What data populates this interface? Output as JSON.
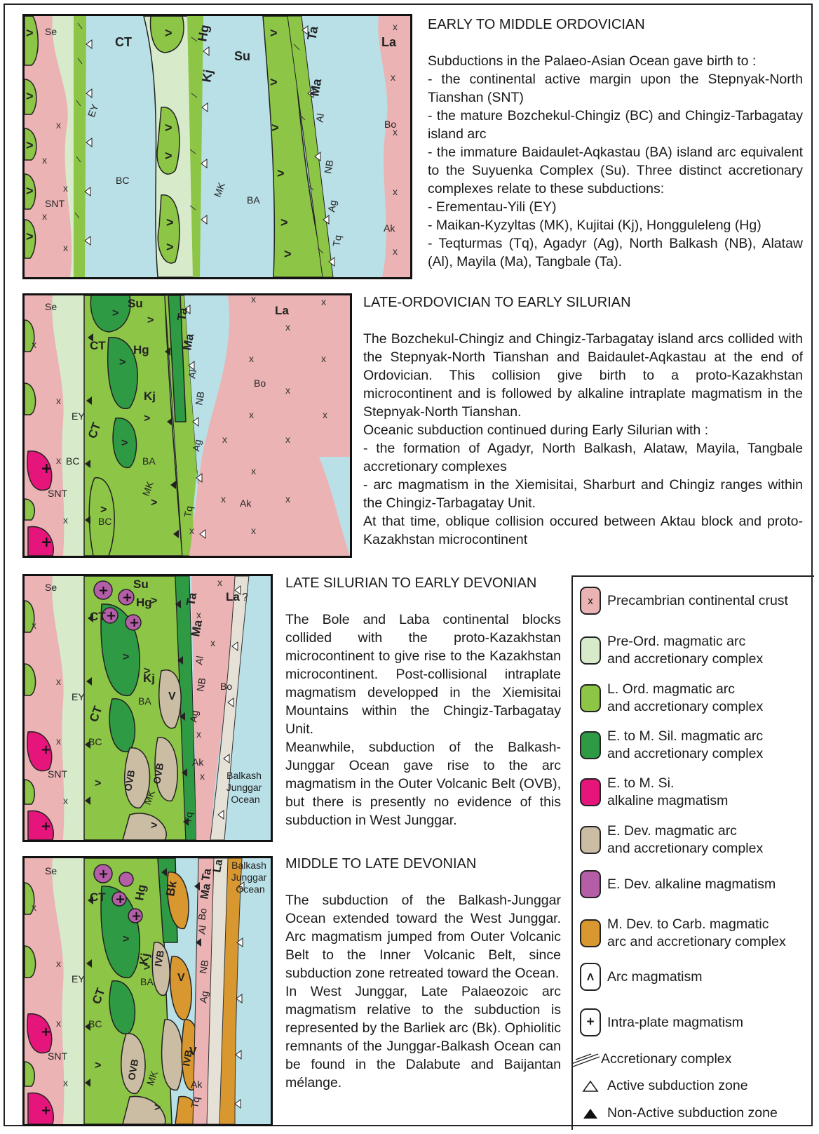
{
  "panels": [
    {
      "title": "EARLY TO MIDDLE ORDOVICIAN",
      "paragraphs": [
        "Subductions in the Palaeo-Asian Ocean gave birth to :",
        "- the continental active margin upon the Stepnyak-North Tianshan (SNT)",
        "- the mature Bozchekul-Chingiz (BC) and Chingiz-Tarbagatay island arc",
        "- the immature Baidaulet-Aqkastau (BA) island arc equivalent to the Suyuenka Complex (Su). Three distinct accretionary complexes relate to these subductions:",
        "- Erementau-Yili (EY)",
        "- Maikan-Kyzyltas (MK), Kujitai (Kj), Hongguleleng (Hg)",
        "- Teqturmas (Tq), Agadyr (Ag), North Balkash (NB), Alataw (Al), Mayila (Ma), Tangbale (Ta)."
      ],
      "map_labels": [
        "Se",
        "CT",
        "Hg",
        "Su",
        "Ta",
        "La",
        "EY",
        "Kj",
        "Ma",
        "Al",
        "Bo",
        "NB",
        "BC",
        "MK",
        "BA",
        "Ag",
        "SNT",
        "Tq",
        "Ak"
      ]
    },
    {
      "title": "LATE-ORDOVICIAN TO EARLY SILURIAN",
      "paragraphs": [
        "The Bozchekul-Chingiz and Chingiz-Tarbagatay island arcs collided with the Stepnyak-North Tianshan and Baidaulet-Aqkastau at the end of Ordovician. This collision give birth to a proto-Kazakhstan microcontinent and is followed by alkaline intraplate magmatism in the Stepnyak-North Tianshan.",
        "Oceanic subduction continued during Early Silurian with :",
        "- the formation of Agadyr, North Balkash, Alataw, Mayila, Tangbale accretionary complexes",
        "- arc magmatism in the Xiemisitai, Sharburt and Chingiz ranges within the Chingiz-Tarbagatay Unit.",
        "At that time, oblique collision occured between Aktau block and proto-Kazakhstan microcontinent"
      ],
      "map_labels": [
        "Se",
        "Su",
        "Ta",
        "La",
        "CT",
        "Hg",
        "Ma",
        "Kj",
        "Al",
        "Bo",
        "EY",
        "CT",
        "NB",
        "Ag",
        "BC",
        "BA",
        "MK",
        "SNT",
        "Ak",
        "BC",
        "Tq"
      ]
    },
    {
      "title": "LATE SILURIAN TO EARLY DEVONIAN",
      "paragraphs": [
        "The Bole and Laba continental blocks collided with the proto-Kazakhstan microcontinent to give rise to the Kazakhstan microcontinent. Post-collisional intraplate magmatism developped in the Xiemisitai Mountains within the Chingiz-Tarbagatay Unit.",
        "Meanwhile, subduction of the Balkash-Junggar Ocean gave rise to the arc magmatism in the Outer Volcanic Belt (OVB), but there is presently no evidence of this subduction in West Junggar."
      ],
      "map_labels": [
        "Se",
        "Su",
        "Hg",
        "Ta",
        "La",
        "?",
        "CT",
        "Ma",
        "Al",
        "Kj",
        "NB",
        "Bo",
        "EY",
        "CT",
        "BA",
        "Ag",
        "Ak",
        "BC",
        "OVB",
        "OVB",
        "MK",
        "SNT",
        "Tq"
      ],
      "ocean_label": "Balkash\nJunggar\nOcean"
    },
    {
      "title": "MIDDLE TO LATE DEVONIAN",
      "paragraphs": [
        "The subduction of the Balkash-Junggar Ocean extended toward the West Junggar. Arc magmatism jumped from Outer Volcanic Belt to the Inner Volcanic Belt, since subduction zone retreated toward the Ocean.",
        "In West Junggar, Late Palaeozoic arc magmatism relative to the subduction is represented by the Barliek arc (Bk). Ophiolitic remnants of the Junggar-Balkash Ocean can be found in the Dalabute and Baijantan mélange."
      ],
      "map_labels": [
        "Se",
        "CT",
        "Hg",
        "Bk",
        "Ma",
        "Ta",
        "La",
        "Bo",
        "Al",
        "IVB",
        "CT",
        "Kj",
        "EY",
        "BA",
        "NB",
        "Ag",
        "OVB",
        "IVB",
        "BC",
        "MK",
        "Ak",
        "SNT",
        "Tq"
      ],
      "ocean_label": "Balkash\nJunggar\nOcean"
    }
  ],
  "legend": [
    {
      "label": "Precambrian continental crust",
      "color": "#ebb3b4",
      "symbol": "x"
    },
    {
      "label": "Pre-Ord. magmatic arc\nand accretionary complex",
      "color": "#d7ebcb",
      "symbol": ""
    },
    {
      "label": "L. Ord. magmatic arc\nand accretionary complex",
      "color": "#8dc547",
      "symbol": ""
    },
    {
      "label": "E. to M. Sil. magmatic arc\nand accretionary complex",
      "color": "#2f9a44",
      "symbol": ""
    },
    {
      "label": "E. to M. Si.\nalkaline magmatism",
      "color": "#e6157b",
      "symbol": ""
    },
    {
      "label": "E. Dev. magmatic arc\nand accretionary complex",
      "color": "#cbbda4",
      "symbol": ""
    },
    {
      "label": "E. Dev. alkaline magmatism",
      "color": "#b45ea8",
      "symbol": ""
    },
    {
      "label": "M. Dev. to Carb. magmatic\narc and accretionary complex",
      "color": "#d9982f",
      "symbol": ""
    },
    {
      "label": "Arc magmatism",
      "color": "#ffffff",
      "symbol": "^"
    },
    {
      "label": "Intra-plate magmatism",
      "color": "#ffffff",
      "symbol": "+"
    },
    {
      "label": "Accretionary complex",
      "color": "",
      "symbol": "hatch"
    },
    {
      "label": "Active subduction zone",
      "color": "",
      "symbol": "triangle-open"
    },
    {
      "label": "Non-Active subduction zone",
      "color": "",
      "symbol": "triangle-filled"
    }
  ],
  "colors": {
    "ocean": "#b9e0e7",
    "continental": "#ebb3b4",
    "pre_ord": "#d7ebcb",
    "l_ord": "#8dc547",
    "sil": "#2f9a44",
    "alk_si": "#e6157b",
    "e_dev": "#cbbda4",
    "alk_dev": "#b45ea8",
    "m_dev": "#d9982f"
  }
}
